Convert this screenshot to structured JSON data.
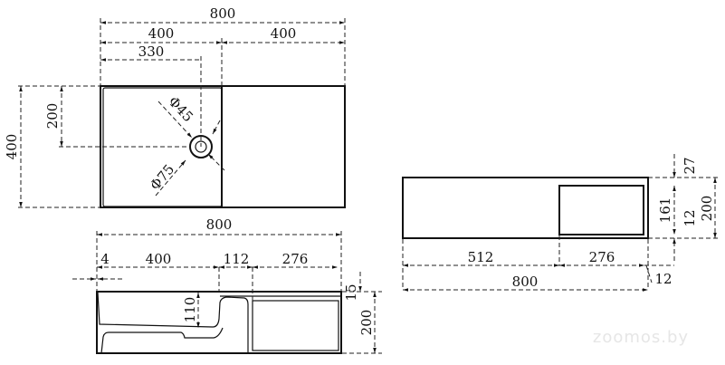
{
  "top_view": {
    "overall_width": "800",
    "basin_width": "400",
    "deck_width": "400",
    "drain_offset_x": "330",
    "depth": "400",
    "drain_offset_y": "200",
    "drain_diameter_inner": "Φ45",
    "drain_diameter_outer": "Φ75"
  },
  "front_section": {
    "overall_width": "800",
    "wall": "4",
    "basin_width": "400",
    "divider": "112",
    "compartment_width": "276",
    "basin_depth": "110",
    "rim": "15",
    "height": "200"
  },
  "side_view": {
    "left_width": "512",
    "compartment_width": "276",
    "overall_width": "800",
    "edge": "12",
    "top_gap": "27",
    "compartment_height": "161",
    "bottom_gap": "12",
    "height": "200"
  },
  "watermark": "zoomos.by"
}
